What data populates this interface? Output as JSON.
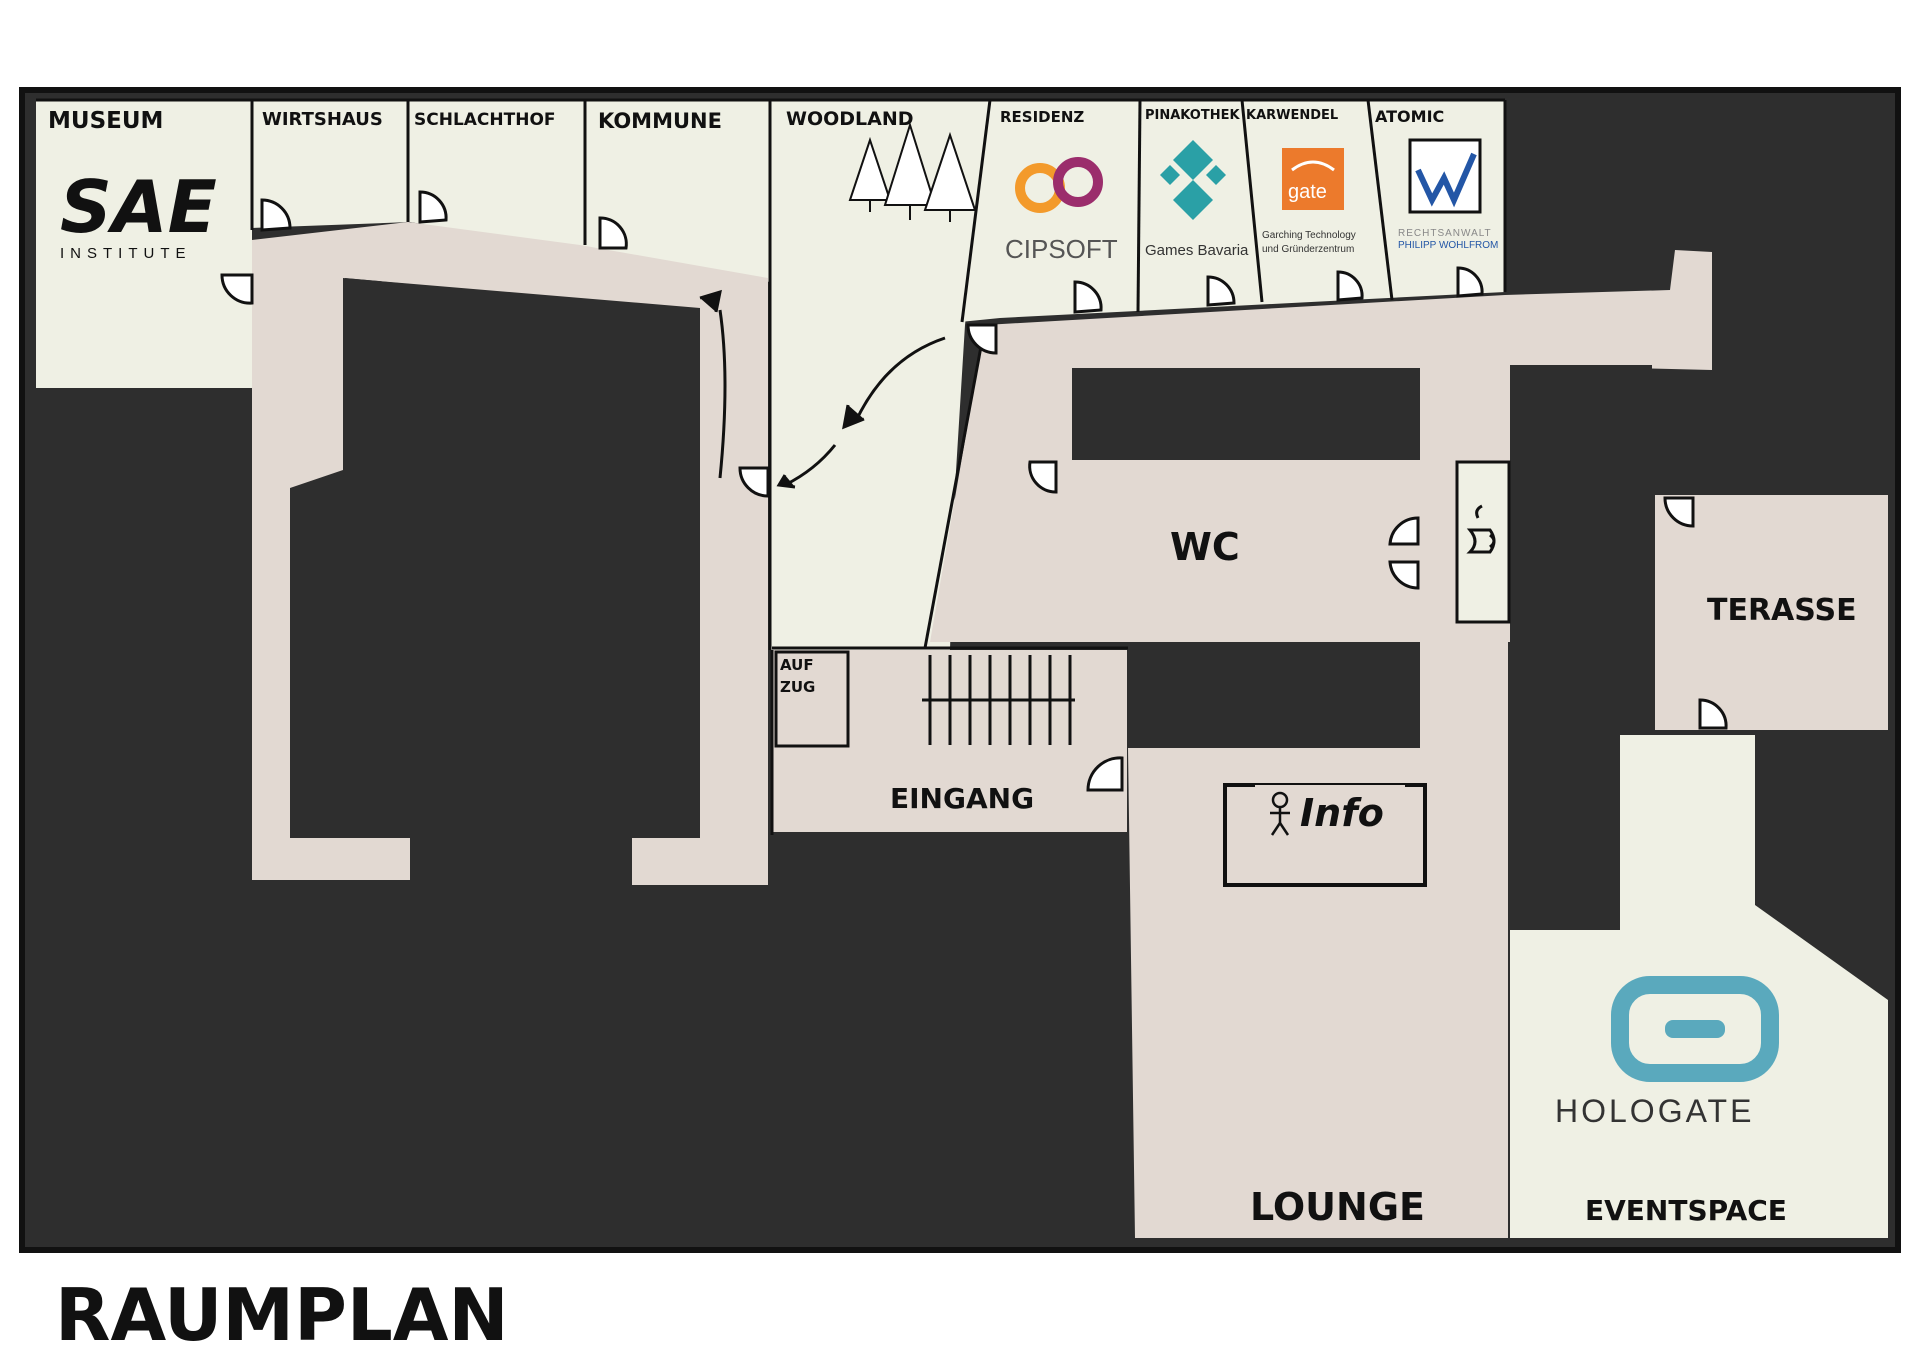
{
  "title": "RAUMPLAN",
  "colors": {
    "background": "#2e2e2e",
    "corridor": "#e2d9d2",
    "room": "#eff0e4",
    "outline": "#111111",
    "cipsoft_orange": "#f39a2b",
    "cipsoft_purple": "#9b2d6c",
    "games_bavaria": "#2aa0a6",
    "gate_orange": "#ec7a2c",
    "atomic_blue": "#2356a6",
    "hologate_blue": "#5aa9bd"
  },
  "rooms": {
    "museum": "MUSEUM",
    "wirtshaus": "WIRTSHAUS",
    "schlachthof": "SCHLACHTHOF",
    "kommune": "KOMMUNE",
    "woodland": "WOODLAND",
    "residenz": "RESIDENZ",
    "pinakothek": "PINAKOTHEK",
    "karwendel": "KARWENDEL",
    "atomic": "ATOMIC",
    "wc": "WC",
    "terasse": "TERASSE",
    "aufzug_line1": "AUF",
    "aufzug_line2": "ZUG",
    "eingang": "EINGANG",
    "info": "Info",
    "lounge": "LOUNGE",
    "eventspace": "EVENTSPACE"
  },
  "logos": {
    "sae_main": "SAE",
    "sae_sub": "INSTITUTE",
    "cipsoft": "CIPSOFT",
    "games_bavaria": "Games Bavaria",
    "gate_main": "gate",
    "gate_sub1": "Garching Technology",
    "gate_sub2": "und Gründerzentrum",
    "atomic_sub1": "RECHTSANWALT",
    "atomic_sub2": "PHILIPP WOHLFROM",
    "hologate": "HOLOGATE"
  },
  "icons": [
    "door-icon",
    "tree-icon",
    "arrow-icon",
    "coffee-icon",
    "person-icon",
    "stairs-icon"
  ]
}
